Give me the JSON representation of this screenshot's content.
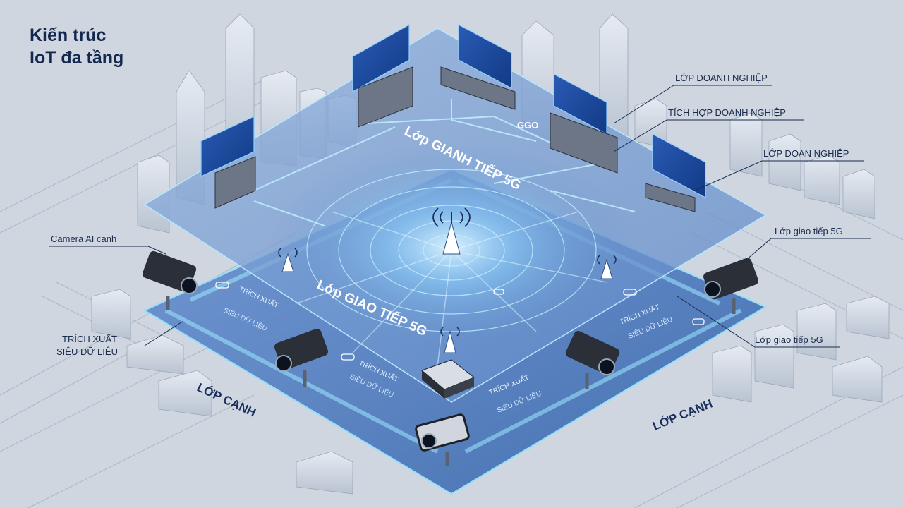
{
  "title": {
    "line1": "Kiến trúc",
    "line2": "IoT đa tầng"
  },
  "layers": {
    "top_plane_label": "Lớp GIANH TIẾP 5G",
    "middle_plane_label": "Lớp GIAO TIẾP 5G",
    "edge_left": "LỚP CẠNH",
    "edge_right": "LỚP CẠNH"
  },
  "callouts": {
    "enterprise_1": "LỚP DOANH NGHIỆP",
    "enterprise_integration": "TÍCH HỢP DOANH NGHIỆP",
    "enterprise_2": "LỚP DOAN NGHIỆP",
    "camera_ai_edge": "Camera AI cạnh",
    "comm_5g_right_top": "Lớp giao tiếp 5G",
    "comm_5g_right_bottom": "Lớp giao tiếp 5G",
    "metadata_left_line1": "TRÍCH XUẤT",
    "metadata_left_line2": "SIÊU DỮ LIỆU"
  },
  "plane_texts": {
    "ggo": "GGO",
    "extract_left_1": "TRÍCH XUẤT",
    "extract_left_2": "SIÊU DỮ LIỆU",
    "extract_center_1": "TRÍCH XUẤT",
    "extract_center_2": "SIÊU DỮ LIỆU",
    "extract_bottom_1": "TRÍCH XUẤT",
    "extract_bottom_2": "SIÊU DỮ LIỆU",
    "extract_right_1": "TRÍCH XUẤT",
    "extract_right_2": "SIÊU DỮ LIỆU"
  },
  "colors": {
    "background": "#cfd6e0",
    "plane": "#5b86c4",
    "glow": "#7fd8ff",
    "title": "#13284f"
  },
  "icons": [
    "5g-tower-icon",
    "server-rack-icon",
    "dashboard-screen-icon",
    "security-camera-icon",
    "edge-gateway-icon",
    "car-icon"
  ]
}
